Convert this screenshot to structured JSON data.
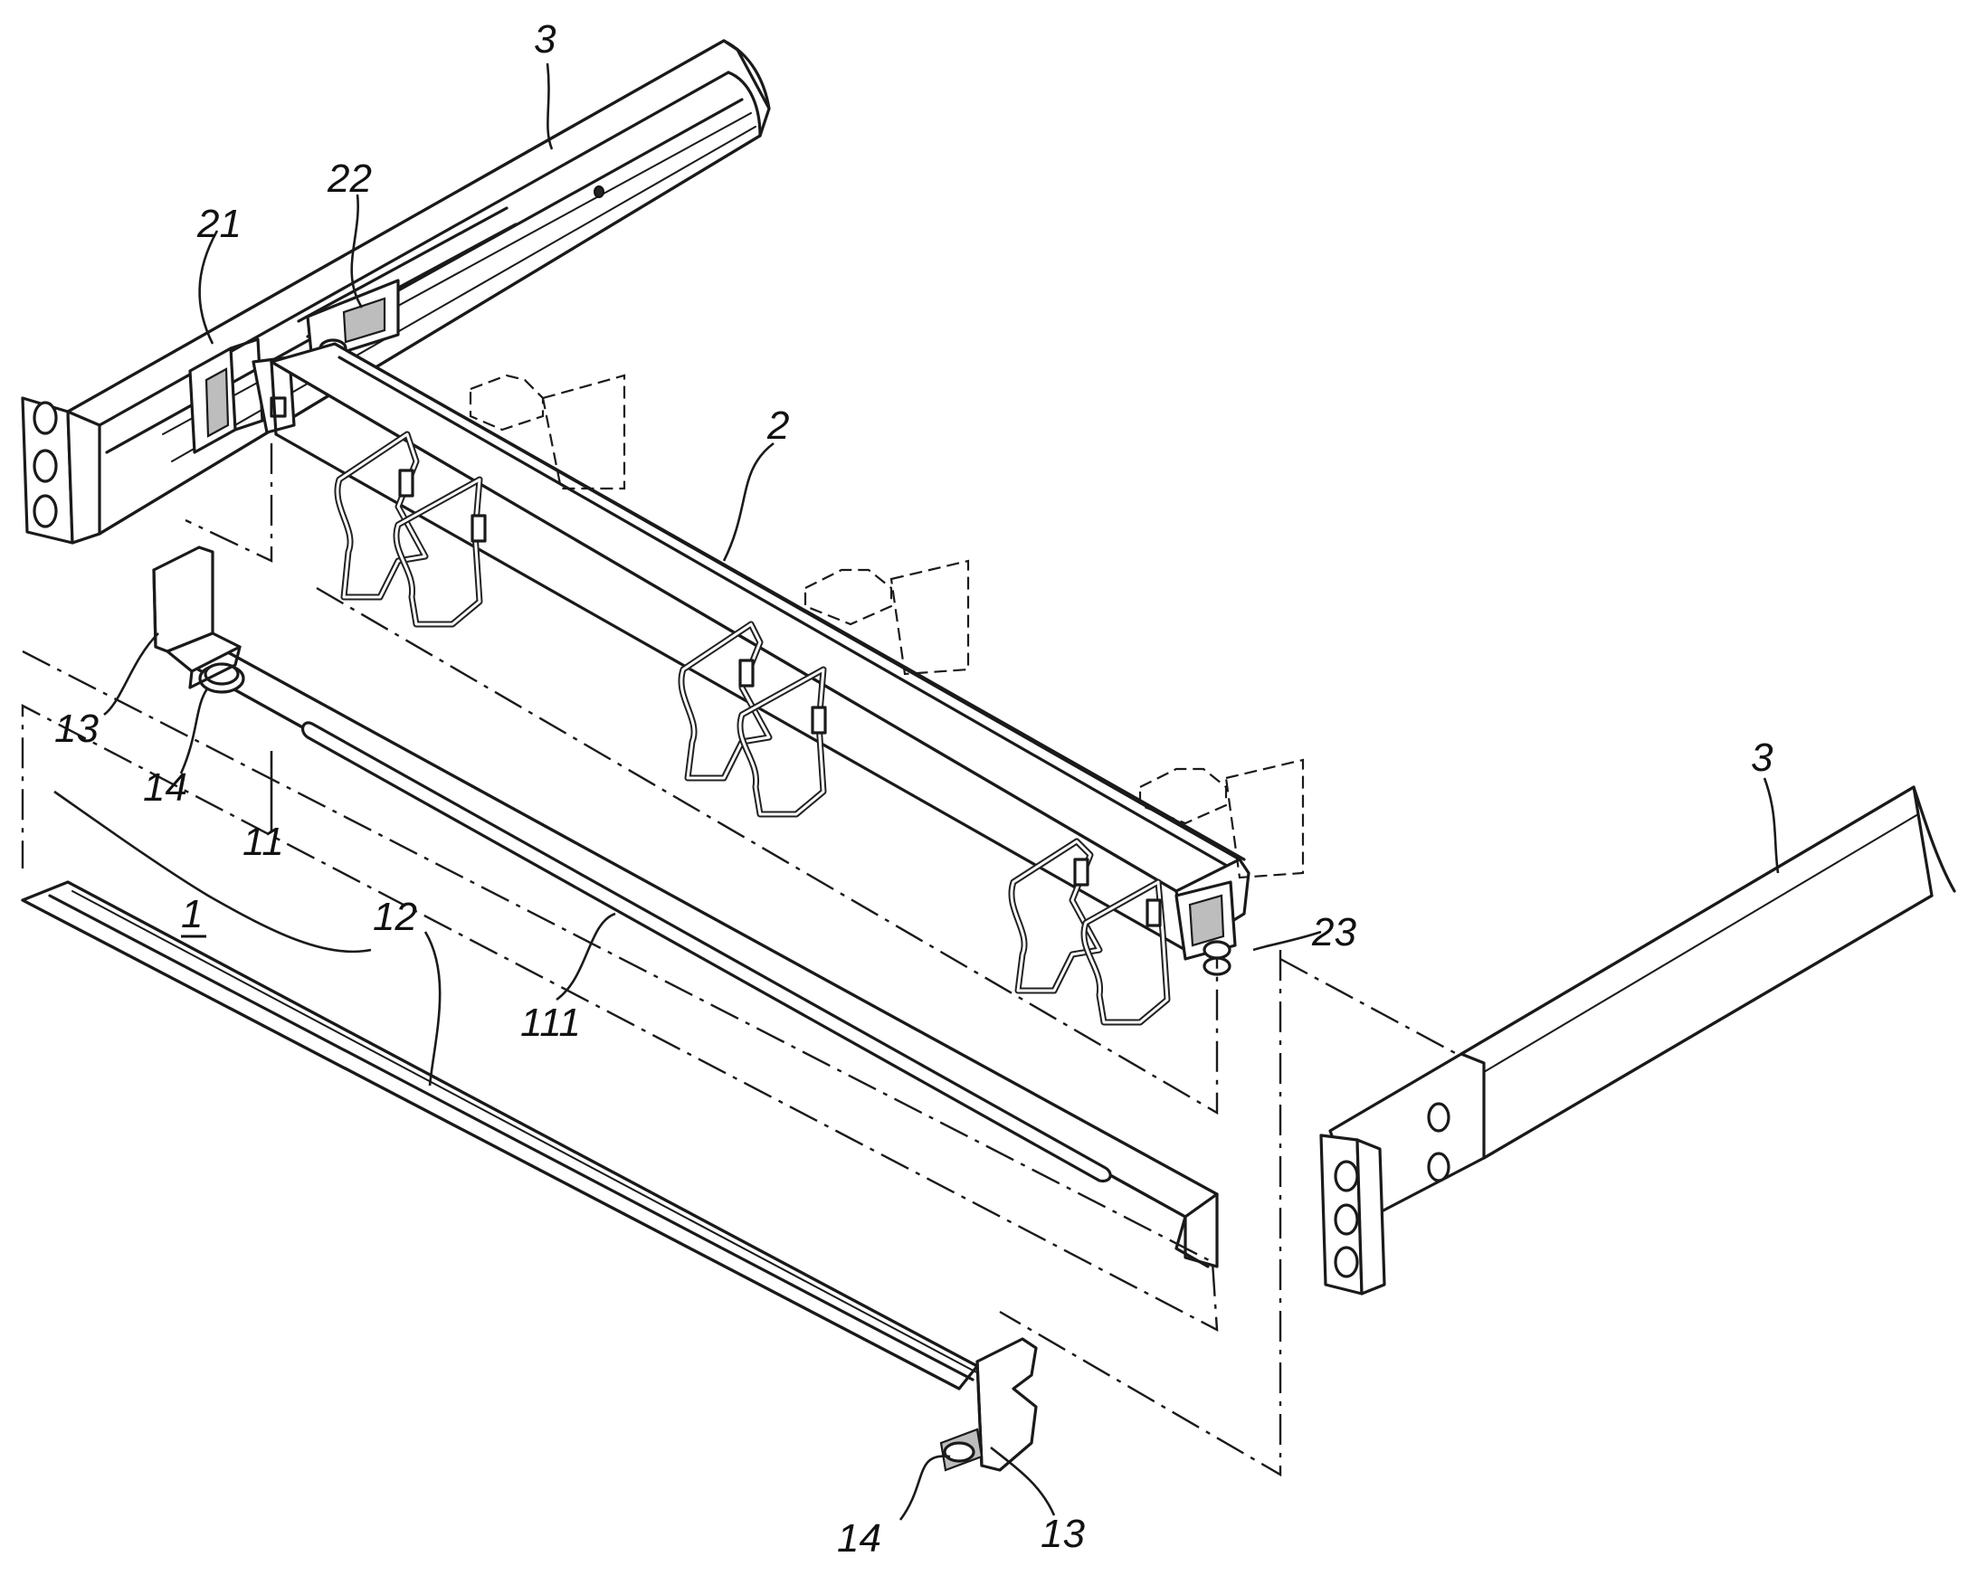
{
  "figure": {
    "labels": {
      "rail_top": "3",
      "rail_right": "3",
      "connector_21": "21",
      "connector_22": "22",
      "support_arm": "2",
      "hinge_23": "23",
      "end_block_left": "13",
      "pivot_left": "14",
      "slide_plate": "11",
      "assembly": "1",
      "lower_rail": "12",
      "slot": "111",
      "pivot_right": "14",
      "end_block_right": "13"
    }
  }
}
